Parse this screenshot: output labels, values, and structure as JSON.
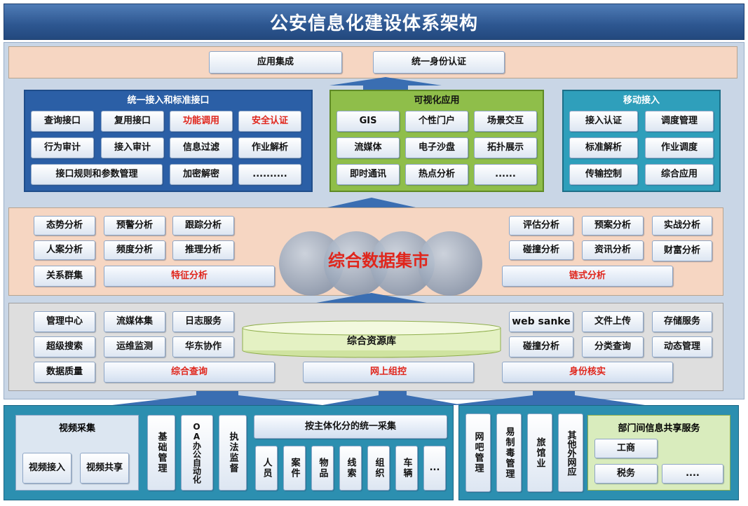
{
  "title": "公安信息化建设体系架构",
  "top_band": {
    "buttons": [
      "应用集成",
      "统一身份认证"
    ]
  },
  "panels": {
    "interface": {
      "title": "统一接入和标准接口",
      "row1": [
        "查询接口",
        "复用接口",
        "功能调用",
        "安全认证"
      ],
      "row2": [
        "行为审计",
        "接入审计",
        "信息过滤",
        "作业解析"
      ],
      "row3": [
        "接口规则和参数管理",
        "加密解密",
        ".........."
      ]
    },
    "visual": {
      "title": "可视化应用",
      "row1": [
        "GIS",
        "个性门户",
        "场景交互"
      ],
      "row2": [
        "流媒体",
        "电子沙盘",
        "拓扑展示"
      ],
      "row3": [
        "即时通讯",
        "热点分析",
        "......"
      ]
    },
    "mobile": {
      "title": "移动接入",
      "row1": [
        "接入认证",
        "调度管理"
      ],
      "row2": [
        "标准解析",
        "作业调度"
      ],
      "row3": [
        "传输控制",
        "综合应用"
      ]
    }
  },
  "analysis": {
    "center_label": "综合数据集市",
    "left": {
      "row1": [
        "态势分析",
        "预警分析",
        "跟踪分析"
      ],
      "row2": [
        "人案分析",
        "频度分析",
        "推理分析"
      ],
      "row3_first": "关系群集",
      "bar": "特征分析"
    },
    "right": {
      "row1": [
        "评估分析",
        "预案分析",
        "实战分析"
      ],
      "row2": [
        "碰撞分析",
        "资讯分析",
        "财富分析"
      ],
      "bar": "链式分析"
    }
  },
  "resource": {
    "center_label": "综合资源库",
    "left": {
      "row1": [
        "管理中心",
        "流媒体集",
        "日志服务"
      ],
      "row2": [
        "超级搜索",
        "运维监测",
        "华东协作"
      ],
      "row3_first": "数据质量",
      "bar": "综合查询"
    },
    "middle_bar": "网上组控",
    "right": {
      "row1": [
        "web sanke",
        "文件上传",
        "存储服务"
      ],
      "row2": [
        "碰撞分析",
        "分类查询",
        "动态管理"
      ],
      "bar": "身份核实"
    }
  },
  "bottom_left": {
    "video": {
      "title": "视频采集",
      "items": [
        "视频接入",
        "视频共享"
      ]
    },
    "vertical": [
      "基础管理",
      "OA办公自动化",
      "执法监督"
    ],
    "unified": {
      "title": "按主体化分的统一采集",
      "items": [
        "人员",
        "案件",
        "物品",
        "线索",
        "组织",
        "车辆",
        "..."
      ]
    }
  },
  "bottom_right": {
    "vertical": [
      "网吧管理",
      "易制毒管理",
      "旅馆业",
      "其他外网应"
    ],
    "share": {
      "title": "部门间信息共享服务",
      "items": [
        "工商",
        "税务",
        "...."
      ]
    }
  },
  "colors": {
    "title_bar": "#2d5690",
    "band_peach": "#f6d6c2",
    "band_grey": "#dedede",
    "panel_blue": "#2b5fa6",
    "panel_green": "#8fbe4a",
    "panel_teal": "#2f9fbb",
    "bottom_teal": "#2c8fb0",
    "red_text": "#e0261c"
  }
}
